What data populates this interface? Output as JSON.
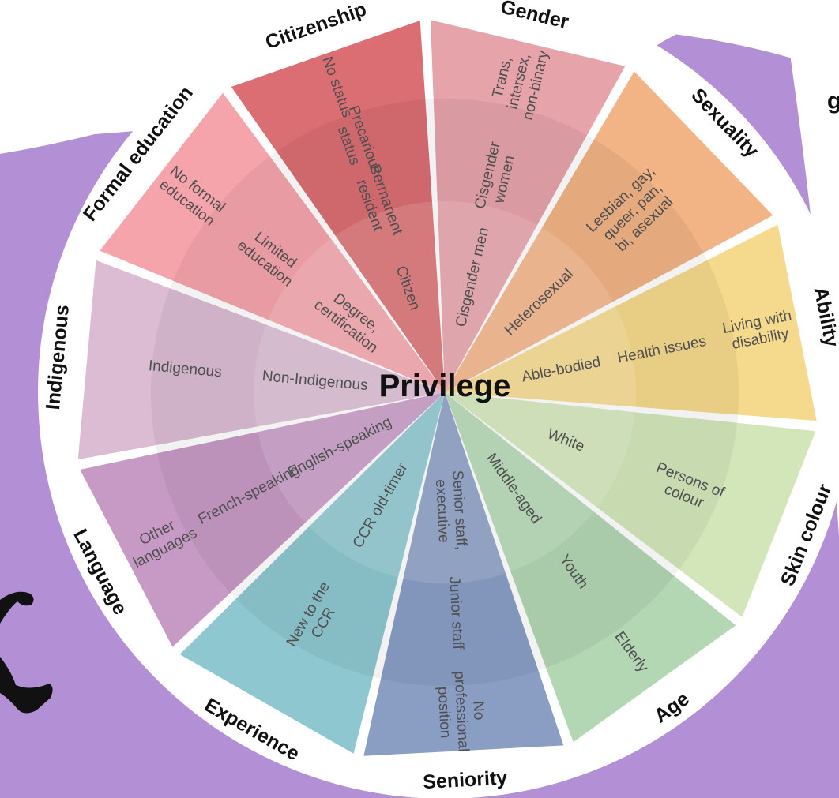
{
  "center": {
    "title": "Privilege"
  },
  "colors": {
    "background_purple": "#b38fd6",
    "inner_circle_overlay": "#ffffff",
    "wheel_background": "#ffffff",
    "figure": "#111111"
  },
  "sectors": [
    {
      "category": "Gender",
      "color": "#e6a3aa",
      "items": [
        "Cisgender men",
        "Cisgender women",
        "Trans, intersex, non-binary"
      ]
    },
    {
      "category": "Sexuality",
      "color": "#f2b385",
      "items": [
        "Heterosexual",
        "Lesbian, gay, queer, pan, bi, asexual"
      ]
    },
    {
      "category": "Ability",
      "color": "#f5d98c",
      "items": [
        "Able-bodied",
        "Health issues",
        "Living with disability"
      ]
    },
    {
      "category": "Skin colour",
      "color": "#d3e6ba",
      "items": [
        "White",
        "Persons of colour"
      ]
    },
    {
      "category": "Age",
      "color": "#b3d6b3",
      "items": [
        "Middle-aged",
        "Youth",
        "Elderly"
      ]
    },
    {
      "category": "Seniority",
      "color": "#8a9ec4",
      "items": [
        "Senior staff, executive",
        "Junior staff",
        "No professional position"
      ]
    },
    {
      "category": "Experience",
      "color": "#8ec7cf",
      "items": [
        "CCR old-timer",
        "New to the CCR"
      ]
    },
    {
      "category": "Language",
      "color": "#c79ac6",
      "items": [
        "English-speaking",
        "French-speaking",
        "Other languages"
      ]
    },
    {
      "category": "Indigenous",
      "color": "#dbbcd2",
      "items": [
        "Non-Indigenous",
        "Indigenous"
      ]
    },
    {
      "category": "Formal education",
      "color": "#f5a4ab",
      "items": [
        "Degree, certification",
        "Limited education",
        "No formal education"
      ]
    },
    {
      "category": "Citizenship",
      "color": "#db6e72",
      "items": [
        "Citizen",
        "Permanent resident",
        "Precarious status",
        "No status"
      ]
    }
  ],
  "right_edge_glyph": "g"
}
